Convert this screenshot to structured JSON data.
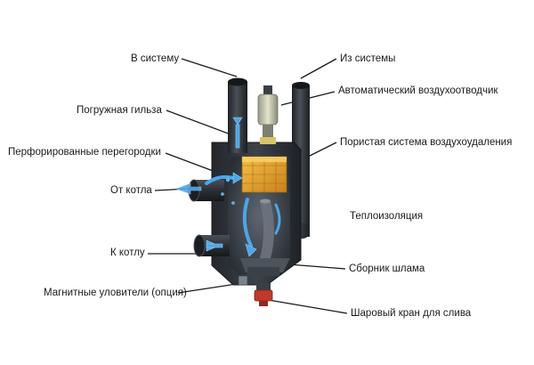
{
  "labels": {
    "to_system": "В систему",
    "from_system": "Из системы",
    "auto_air_vent": "Автоматический воздухоотводчик",
    "immersion_sleeve": "Погружная гильза",
    "porous_air_removal": "Пористая система воздухоудаления",
    "perforated_baffles": "Перфорированные перегородки",
    "from_boiler": "От котла",
    "thermal_insulation": "Теплоизоляция",
    "to_boiler": "К котлу",
    "sludge_collector": "Сборник шлама",
    "magnetic_traps": "Магнитные уловители (опция)",
    "drain_ball_valve": "Шаровый кран для слива"
  },
  "colors": {
    "body": "#2f343a",
    "pipe": "#2b2f34",
    "core": "#e8a628",
    "flow": "#4da6e8",
    "valve": "#c0392b",
    "leader": "#1a1a1a"
  }
}
